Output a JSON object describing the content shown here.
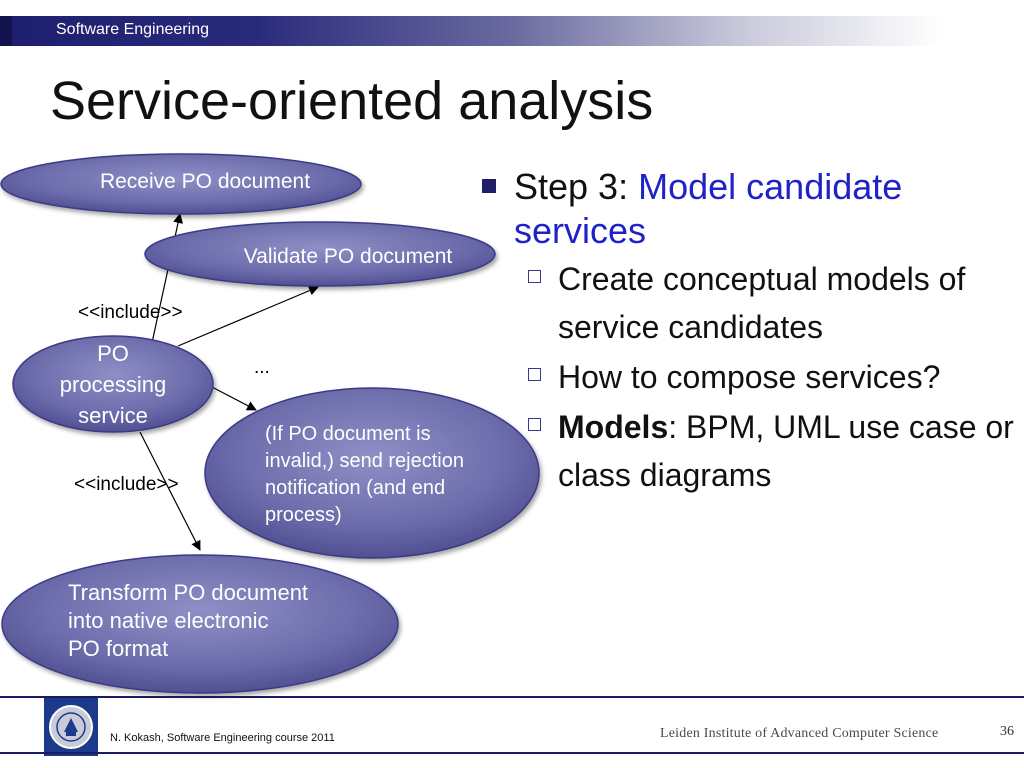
{
  "header": {
    "course": "Software Engineering"
  },
  "title": "Service-oriented analysis",
  "diagram": {
    "ellipses": {
      "receive": [
        "Receive PO document"
      ],
      "validate": [
        "Validate PO document"
      ],
      "po_service": [
        "PO",
        "processing",
        "service"
      ],
      "rejection": [
        "(If PO document is",
        "invalid,) send rejection",
        "notification (and end",
        "process)"
      ],
      "transform": [
        "Transform PO document",
        "into native electronic",
        "PO format"
      ]
    },
    "include_top": "<<include>>",
    "include_bottom": "<<include>>",
    "ellipsis": "..."
  },
  "bullets": {
    "step_prefix": "Step 3: ",
    "step_highlight": "Model candidate services",
    "items": [
      {
        "bold": "",
        "text": "Create conceptual models of service candidates"
      },
      {
        "bold": "",
        "text": "How to compose services?"
      },
      {
        "bold": "Models",
        "text": ": BPM, UML use case or class diagrams"
      }
    ]
  },
  "footer": {
    "author": "N. Kokash, Software Engineering course 2011",
    "institute": "Leiden Institute of Advanced Computer Science",
    "page": "36"
  },
  "colors": {
    "ellipse_fill": "#6f6fae",
    "ellipse_border": "#3b3b84",
    "accent": "#1e22c8",
    "header": "#1e1e6e"
  }
}
